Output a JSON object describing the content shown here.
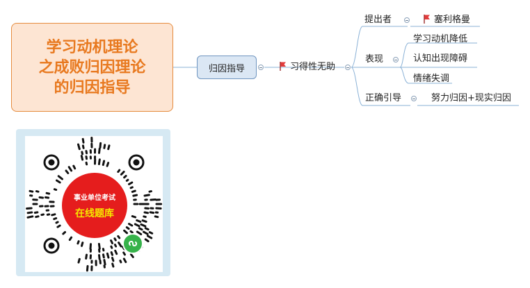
{
  "root": {
    "lines": [
      "学习动机理论",
      "之成败归因理论",
      "的归因指导"
    ]
  },
  "main_node": {
    "label": "归因指导"
  },
  "branch": {
    "label": "习得性无助"
  },
  "children": {
    "proposer": {
      "label": "提出者",
      "value": "塞利格曼"
    },
    "symptoms": {
      "label": "表现",
      "items": [
        "学习动机降低",
        "认知出现障碍",
        "情绪失调"
      ]
    },
    "guidance": {
      "label": "正确引导",
      "value": "努力归因+现实归因"
    }
  },
  "qr": {
    "badge_top": "事业单位考试",
    "badge_bottom": "在线题库"
  },
  "colors": {
    "root_text": "#e8791f",
    "root_fill": "#fde5d3",
    "node_fill": "#dbe7f4",
    "flag": "#e23b3b",
    "line": "#8ab1d6"
  }
}
